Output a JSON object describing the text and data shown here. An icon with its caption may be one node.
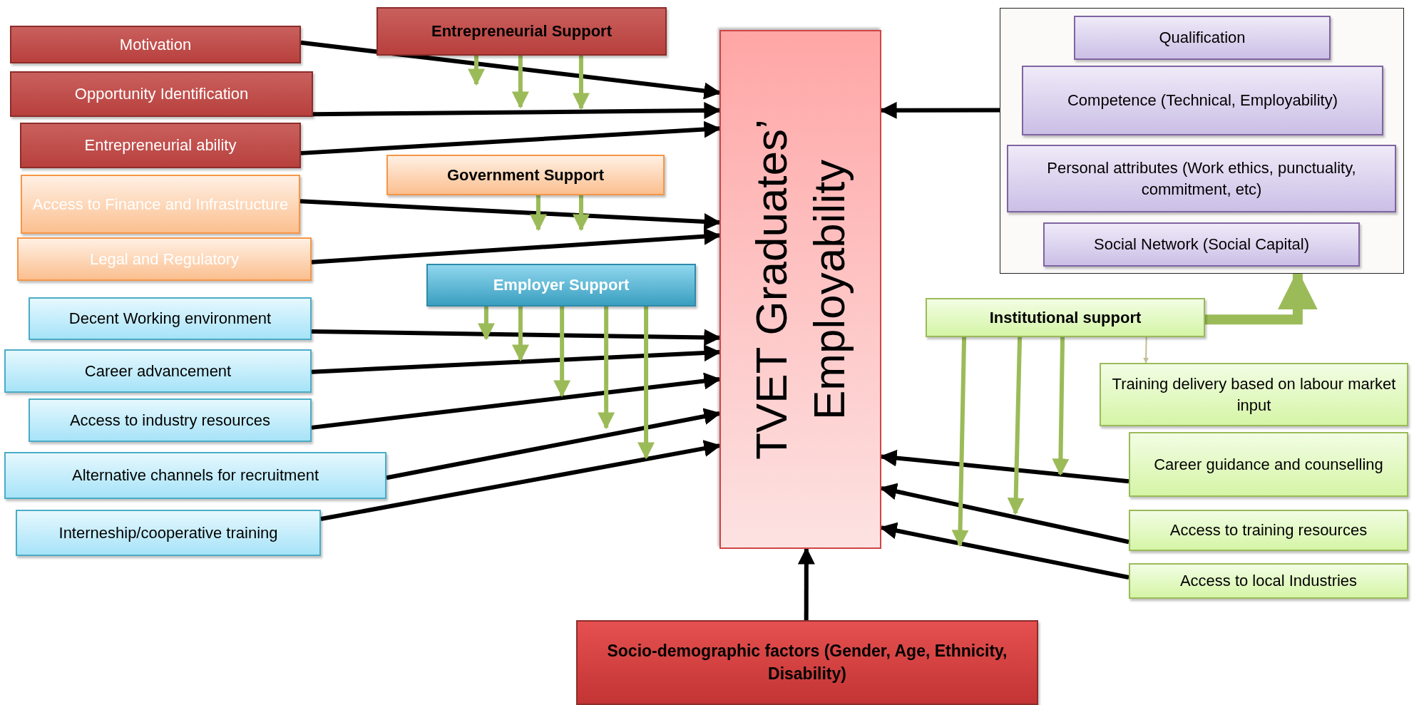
{
  "diagram": {
    "nodes": [
      {
        "text": [
          "Entrepreneurial Support"
        ]
      },
      {
        "text": [
          "Motivation"
        ]
      },
      {
        "text": [
          "Opportunity Identification"
        ]
      },
      {
        "text": [
          "Entrepreneurial ability"
        ]
      },
      {
        "text": [
          "Government Support"
        ]
      },
      {
        "text": [
          "Access to Finance and Infrastructure"
        ]
      },
      {
        "text": [
          "Legal and Regulatory"
        ]
      },
      {
        "text": [
          "Employer Support"
        ]
      },
      {
        "text": [
          "Decent Working environment"
        ]
      },
      {
        "text": [
          "Career advancement"
        ]
      },
      {
        "text": [
          "Access to industry resources"
        ]
      },
      {
        "text": [
          "Alternative channels for recruitment"
        ]
      },
      {
        "text": [
          "Interneship/cooperative training"
        ]
      },
      {
        "text": [
          "TVET Graduates’ Employability"
        ]
      },
      {
        "text": [],
        "shape": "box"
      },
      {
        "text": [
          "Qualification"
        ],
        "in": 14
      },
      {
        "text": [
          "Competence (Technical, Employability)"
        ],
        "in": 14
      },
      {
        "text": [
          "Personal attributes (Work ethics, punctuality, commitment, etc)"
        ],
        "in": 14
      },
      {
        "text": [
          "Social Network (Social Capital)"
        ],
        "in": 14
      },
      {
        "text": [
          "Institutional support"
        ]
      },
      {
        "text": [
          "Training delivery based on labour market input"
        ]
      },
      {
        "text": [
          "Career guidance and counselling"
        ]
      },
      {
        "text": [
          "Access to training resources"
        ]
      },
      {
        "text": [
          "Access to local Industries"
        ]
      },
      {
        "text": [
          "Socio-demographic factors (Gender, Age, Ethnicity, Disability)"
        ]
      }
    ],
    "edges": [
      {
        "from": 1,
        "to": 13,
        "arrow": "to"
      },
      {
        "from": 2,
        "to": 13,
        "arrow": "to"
      },
      {
        "from": 3,
        "to": 13,
        "arrow": "to"
      },
      {
        "from": 5,
        "to": 13,
        "arrow": "to"
      },
      {
        "from": 6,
        "to": 13,
        "arrow": "to"
      },
      {
        "from": 8,
        "to": 13,
        "arrow": "to"
      },
      {
        "from": 9,
        "to": 13,
        "arrow": "to"
      },
      {
        "from": 10,
        "to": 13,
        "arrow": "to"
      },
      {
        "from": 11,
        "to": 13,
        "arrow": "to"
      },
      {
        "from": 12,
        "to": 13,
        "arrow": "to"
      },
      {
        "from": 14,
        "to": 13,
        "arrow": "to"
      },
      {
        "from": 21,
        "to": 13,
        "arrow": "to"
      },
      {
        "from": 22,
        "to": 13,
        "arrow": "to"
      },
      {
        "from": 23,
        "to": 13,
        "arrow": "to"
      },
      {
        "from": 24,
        "to": 13,
        "arrow": "to"
      },
      {
        "from": 19,
        "to": 14,
        "arrow": "to",
        "style": "thick",
        "color": "#9bbb59"
      },
      {
        "from": 19,
        "to": 20,
        "arrow": "to",
        "color": "#c4bd97"
      },
      {
        "from": 0,
        "to": null,
        "arrow": "to",
        "color": "#9bbb59"
      },
      {
        "from": 0,
        "to": null,
        "arrow": "to",
        "color": "#9bbb59"
      },
      {
        "from": 0,
        "to": null,
        "arrow": "to",
        "color": "#9bbb59"
      },
      {
        "from": 4,
        "to": null,
        "arrow": "to",
        "color": "#9bbb59"
      },
      {
        "from": 4,
        "to": null,
        "arrow": "to",
        "color": "#9bbb59"
      },
      {
        "from": 7,
        "to": null,
        "arrow": "to",
        "color": "#9bbb59"
      },
      {
        "from": 7,
        "to": null,
        "arrow": "to",
        "color": "#9bbb59"
      },
      {
        "from": 7,
        "to": null,
        "arrow": "to",
        "color": "#9bbb59"
      },
      {
        "from": 7,
        "to": null,
        "arrow": "to",
        "color": "#9bbb59"
      },
      {
        "from": 7,
        "to": null,
        "arrow": "to",
        "color": "#9bbb59"
      },
      {
        "from": 19,
        "to": null,
        "arrow": "to",
        "color": "#9bbb59"
      },
      {
        "from": 19,
        "to": null,
        "arrow": "to",
        "color": "#9bbb59"
      },
      {
        "from": 19,
        "to": null,
        "arrow": "to",
        "color": "#9bbb59"
      }
    ]
  }
}
